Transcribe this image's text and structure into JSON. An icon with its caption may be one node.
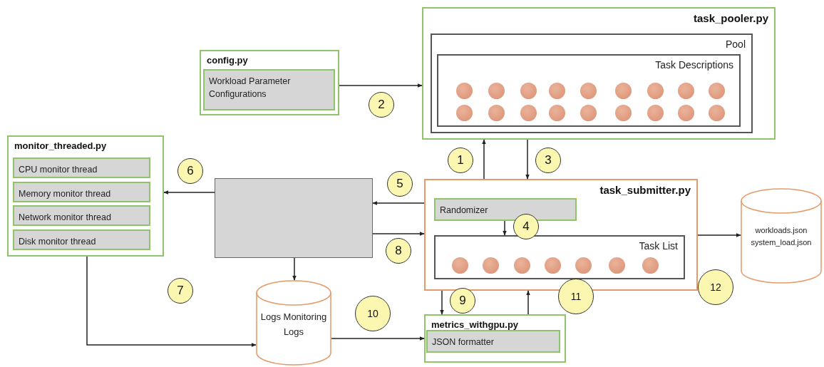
{
  "diagram": {
    "nodes": [
      {
        "text": [
          "config.py"
        ]
      },
      {
        "text": [
          "Workload Parameter Configurations"
        ],
        "in": 0
      },
      {
        "text": [
          "task_pooler.py"
        ]
      },
      {
        "text": [
          "Pool"
        ],
        "in": 2
      },
      {
        "text": [
          "Task Descriptions"
        ],
        "in": 3
      },
      {
        "text": [
          "monitor_threaded.py"
        ]
      },
      {
        "text": [
          "CPU monitor thread"
        ],
        "in": 5
      },
      {
        "text": [
          "Memory monitor thread"
        ],
        "in": 5
      },
      {
        "text": [
          "Network monitor thread"
        ],
        "in": 5
      },
      {
        "text": [
          "Disk monitor thread"
        ],
        "in": 5
      },
      {
        "text": [],
        "shape": "box"
      },
      {
        "text": [
          "task_submitter.py"
        ]
      },
      {
        "text": [
          "Randomizer"
        ],
        "in": 11
      },
      {
        "text": [
          "Task List"
        ],
        "in": 11
      },
      {
        "text": [
          "workloads.json system_load.json"
        ]
      },
      {
        "text": [
          "Logs Monitoring Logs"
        ]
      },
      {
        "text": [
          "metrics_withgpu.py"
        ]
      },
      {
        "text": [
          "JSON formatter"
        ],
        "in": 16
      }
    ],
    "edges": [
      {
        "from": 0,
        "to": 2,
        "arrow": "to"
      },
      {
        "from": 11,
        "to": 2,
        "arrow": "to"
      },
      {
        "from": 2,
        "to": 11,
        "arrow": "to"
      },
      {
        "from": 11,
        "to": 10,
        "arrow": "to"
      },
      {
        "from": 10,
        "to": 11,
        "arrow": "to"
      },
      {
        "from": 10,
        "to": 5,
        "arrow": "to"
      },
      {
        "from": 10,
        "to": 15,
        "arrow": "to"
      },
      {
        "from": 5,
        "to": 15,
        "arrow": "to"
      },
      {
        "from": 15,
        "to": 16,
        "arrow": "to"
      },
      {
        "from": 11,
        "to": 16,
        "arrow": "to"
      },
      {
        "from": 16,
        "to": 11,
        "arrow": "to"
      },
      {
        "from": 12,
        "to": 13,
        "arrow": "to"
      },
      {
        "from": 11,
        "to": 14,
        "arrow": "to"
      }
    ],
    "labels": [
      "2",
      "1",
      "3",
      "6",
      "5",
      "4",
      "8",
      "12",
      "7",
      "11",
      "9",
      "10"
    ]
  }
}
